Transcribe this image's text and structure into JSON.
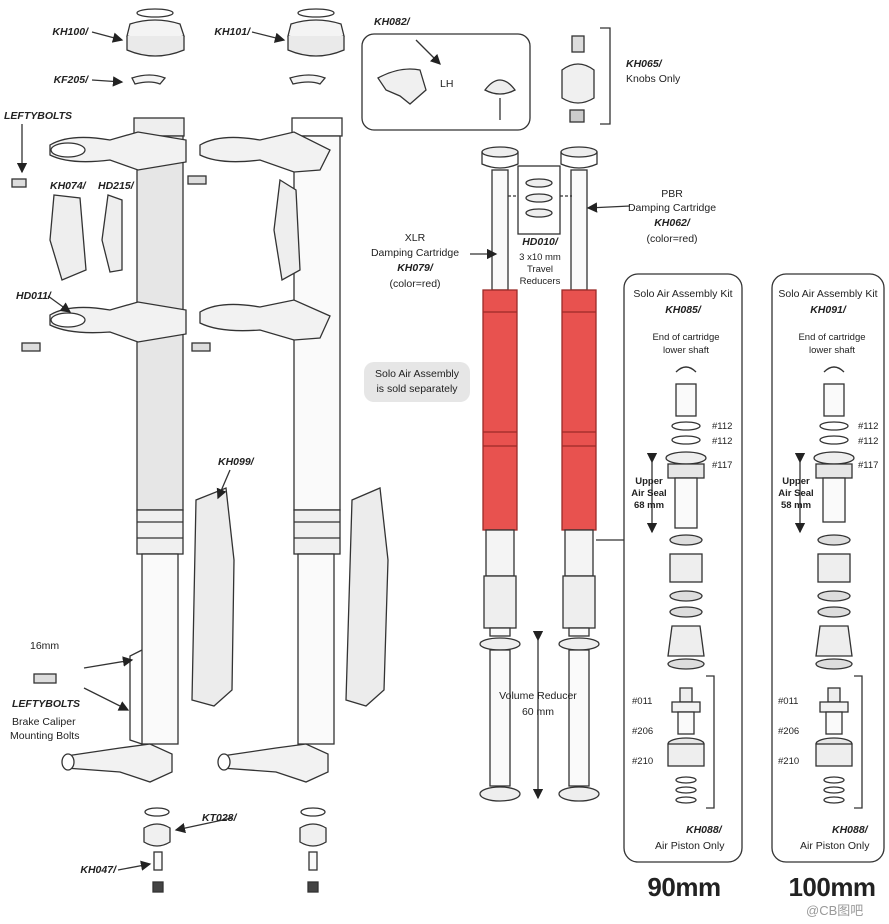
{
  "labels": {
    "kh100": "KH100/",
    "kh101": "KH101/",
    "kf205": "KF205/",
    "leftybolts_top": "LEFTYBOLTS",
    "kh074": "KH074/",
    "hd215": "HD215/",
    "hd011": "HD011/",
    "kh099": "KH099/",
    "bolt_size": "16mm",
    "leftybolts_bottom": "LEFTYBOLTS",
    "brake_caliper": "Brake Caliper",
    "mounting_bolts": "Mounting Bolts",
    "kt028": "KT028/",
    "kh047": "KH047/",
    "kh082": "KH082/",
    "lh": "LH",
    "kh065": "KH065/",
    "knobs_only": "Knobs Only",
    "pbr_1": "PBR",
    "pbr_2": "Damping Cartridge",
    "kh062": "KH062/",
    "pbr_color": "(color=red)",
    "xlr_1": "XLR",
    "xlr_2": "Damping Cartridge",
    "kh079": "KH079/",
    "xlr_color": "(color=red)",
    "hd010": "HD010/",
    "reducer_1": "3 x10 mm",
    "reducer_2": "Travel",
    "reducer_3": "Reducers",
    "solo_note_1": "Solo Air Assembly",
    "solo_note_2": "is sold separately",
    "volume_reducer_1": "Volume Reducer",
    "volume_reducer_2": "60 mm"
  },
  "kit_90": {
    "title": "Solo Air Assembly Kit",
    "code": "KH085/",
    "shaft_1": "End of cartridge",
    "shaft_2": "lower shaft",
    "o112a": "#112",
    "o112b": "#112",
    "o117": "#117",
    "seal_1": "Upper",
    "seal_2": "Air Seal",
    "seal_3": "68 mm",
    "o011": "#011",
    "o206": "#206",
    "o210": "#210",
    "piston_code": "KH088/",
    "piston_label": "Air Piston Only",
    "size": "90mm"
  },
  "kit_100": {
    "title": "Solo Air Assembly Kit",
    "code": "KH091/",
    "shaft_1": "End of cartridge",
    "shaft_2": "lower shaft",
    "o112a": "#112",
    "o112b": "#112",
    "o117": "#117",
    "seal_1": "Upper",
    "seal_2": "Air Seal",
    "seal_3": "58 mm",
    "o011": "#011",
    "o206": "#206",
    "o210": "#210",
    "piston_code": "KH088/",
    "piston_label": "Air Piston Only",
    "size": "100mm"
  },
  "watermark": "@CB图吧",
  "colors": {
    "cartridge_red": "#e8524f",
    "stanchion_grey": "#e6e6e6",
    "line": "#333333"
  }
}
